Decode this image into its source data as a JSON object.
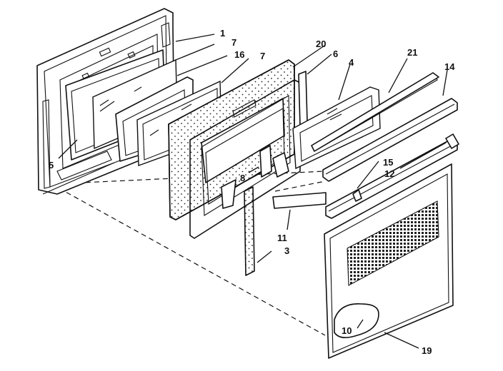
{
  "diagram": {
    "callouts": [
      {
        "id": "c1",
        "label": "1"
      },
      {
        "id": "c7a",
        "label": "7"
      },
      {
        "id": "c16",
        "label": "16"
      },
      {
        "id": "c7b",
        "label": "7"
      },
      {
        "id": "c20",
        "label": "20"
      },
      {
        "id": "c6",
        "label": "6"
      },
      {
        "id": "c4",
        "label": "4"
      },
      {
        "id": "c21",
        "label": "21"
      },
      {
        "id": "c14",
        "label": "14"
      },
      {
        "id": "c5",
        "label": "5"
      },
      {
        "id": "c15",
        "label": "15"
      },
      {
        "id": "c12",
        "label": "12"
      },
      {
        "id": "c8",
        "label": "8"
      },
      {
        "id": "c11",
        "label": "11"
      },
      {
        "id": "c3",
        "label": "3"
      },
      {
        "id": "c10",
        "label": "10"
      },
      {
        "id": "c19",
        "label": "19"
      }
    ]
  }
}
